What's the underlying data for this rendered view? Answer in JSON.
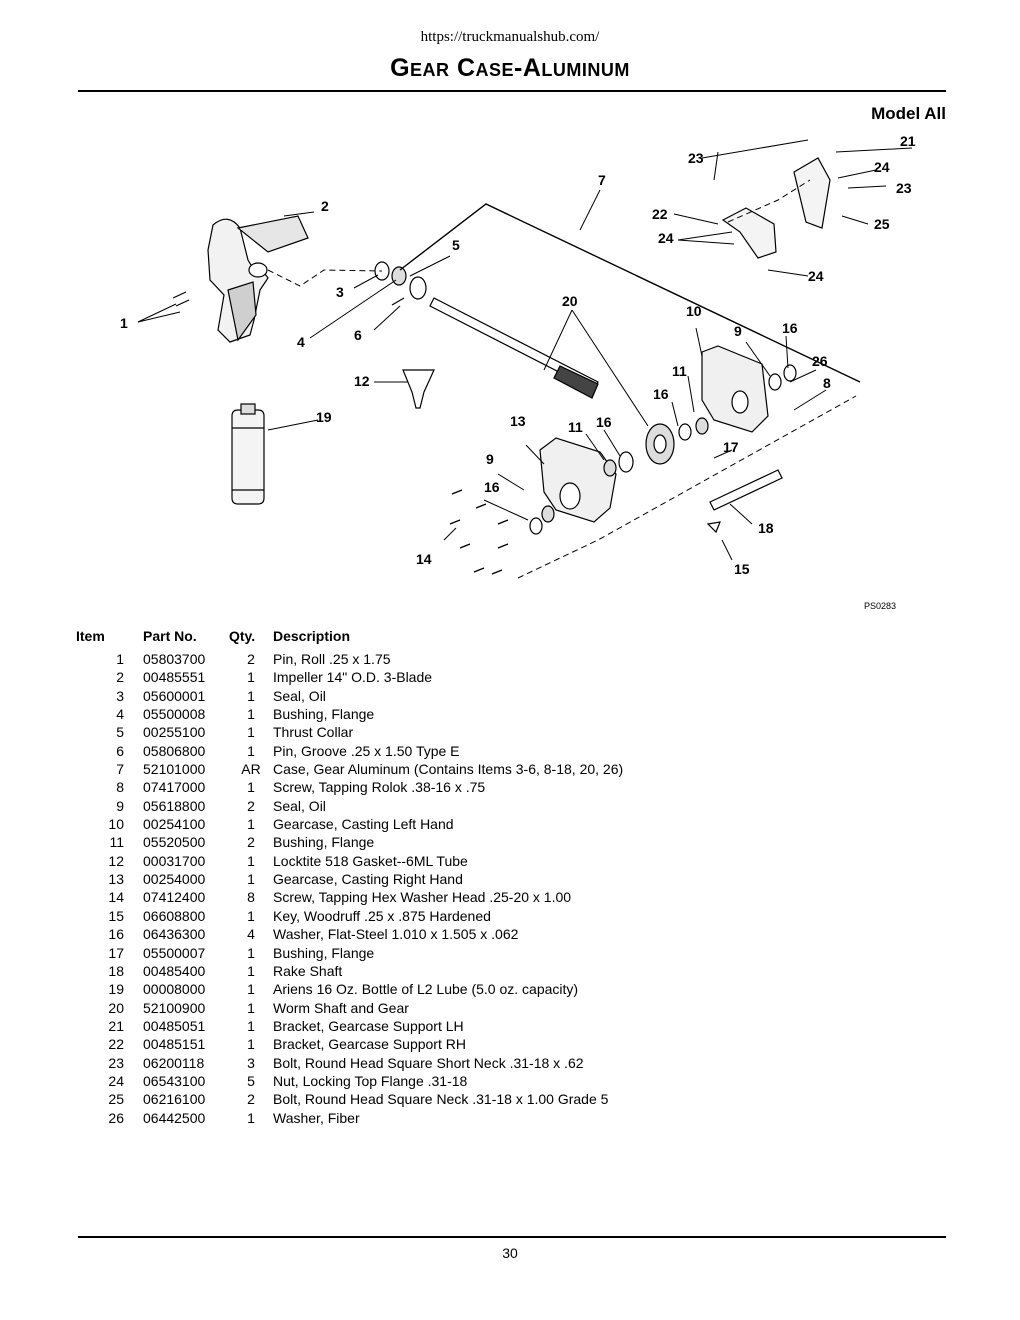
{
  "header": {
    "url": "https://truckmanualshub.com/",
    "title": "Gear Case-Aluminum",
    "model": "Model All"
  },
  "diagram": {
    "code": "PS0283",
    "callouts": [
      "1",
      "2",
      "3",
      "4",
      "5",
      "6",
      "7",
      "8",
      "9",
      "9",
      "10",
      "11",
      "11",
      "12",
      "13",
      "14",
      "15",
      "16",
      "16",
      "16",
      "16",
      "17",
      "18",
      "19",
      "20",
      "21",
      "22",
      "23",
      "23",
      "24",
      "24",
      "24",
      "25",
      "26"
    ]
  },
  "table": {
    "headers": {
      "item": "Item",
      "part": "Part No.",
      "qty": "Qty.",
      "desc": "Description"
    },
    "rows": [
      {
        "item": "1",
        "part": "05803700",
        "qty": "2",
        "desc": "Pin, Roll .25 x 1.75"
      },
      {
        "item": "2",
        "part": "00485551",
        "qty": "1",
        "desc": "Impeller 14\" O.D. 3-Blade"
      },
      {
        "item": "3",
        "part": "05600001",
        "qty": "1",
        "desc": "Seal, Oil"
      },
      {
        "item": "4",
        "part": "05500008",
        "qty": "1",
        "desc": "Bushing, Flange"
      },
      {
        "item": "5",
        "part": "00255100",
        "qty": "1",
        "desc": "Thrust Collar"
      },
      {
        "item": "6",
        "part": "05806800",
        "qty": "1",
        "desc": "Pin, Groove .25 x 1.50 Type E"
      },
      {
        "item": "7",
        "part": "52101000",
        "qty": "AR",
        "desc": "Case, Gear Aluminum (Contains Items 3-6, 8-18, 20, 26)"
      },
      {
        "item": "8",
        "part": "07417000",
        "qty": "1",
        "desc": "Screw, Tapping Rolok .38-16 x .75"
      },
      {
        "item": "9",
        "part": "05618800",
        "qty": "2",
        "desc": "Seal, Oil"
      },
      {
        "item": "10",
        "part": "00254100",
        "qty": "1",
        "desc": "Gearcase, Casting Left Hand"
      },
      {
        "item": "11",
        "part": "05520500",
        "qty": "2",
        "desc": "Bushing, Flange"
      },
      {
        "item": "12",
        "part": "00031700",
        "qty": "1",
        "desc": "Locktite 518 Gasket--6ML Tube"
      },
      {
        "item": "13",
        "part": "00254000",
        "qty": "1",
        "desc": "Gearcase, Casting Right Hand"
      },
      {
        "item": "14",
        "part": "07412400",
        "qty": "8",
        "desc": "Screw, Tapping Hex Washer Head .25-20 x 1.00"
      },
      {
        "item": "15",
        "part": "06608800",
        "qty": "1",
        "desc": "Key, Woodruff .25 x .875 Hardened"
      },
      {
        "item": "16",
        "part": "06436300",
        "qty": "4",
        "desc": "Washer, Flat-Steel 1.010 x 1.505 x .062"
      },
      {
        "item": "17",
        "part": "05500007",
        "qty": "1",
        "desc": "Bushing, Flange"
      },
      {
        "item": "18",
        "part": "00485400",
        "qty": "1",
        "desc": "Rake Shaft"
      },
      {
        "item": "19",
        "part": "00008000",
        "qty": "1",
        "desc": "Ariens 16 Oz. Bottle of L2 Lube (5.0 oz. capacity)"
      },
      {
        "item": "20",
        "part": "52100900",
        "qty": "1",
        "desc": "Worm Shaft and Gear"
      },
      {
        "item": "21",
        "part": "00485051",
        "qty": "1",
        "desc": "Bracket, Gearcase Support LH"
      },
      {
        "item": "22",
        "part": "00485151",
        "qty": "1",
        "desc": "Bracket, Gearcase Support RH"
      },
      {
        "item": "23",
        "part": "06200118",
        "qty": "3",
        "desc": "Bolt, Round Head Square Short Neck .31-18 x .62"
      },
      {
        "item": "24",
        "part": "06543100",
        "qty": "5",
        "desc": "Nut, Locking Top Flange .31-18"
      },
      {
        "item": "25",
        "part": "06216100",
        "qty": "2",
        "desc": "Bolt, Round Head Square Neck .31-18 x 1.00 Grade 5"
      },
      {
        "item": "26",
        "part": "06442500",
        "qty": "1",
        "desc": "Washer, Fiber"
      }
    ]
  },
  "footer": {
    "page": "30"
  }
}
